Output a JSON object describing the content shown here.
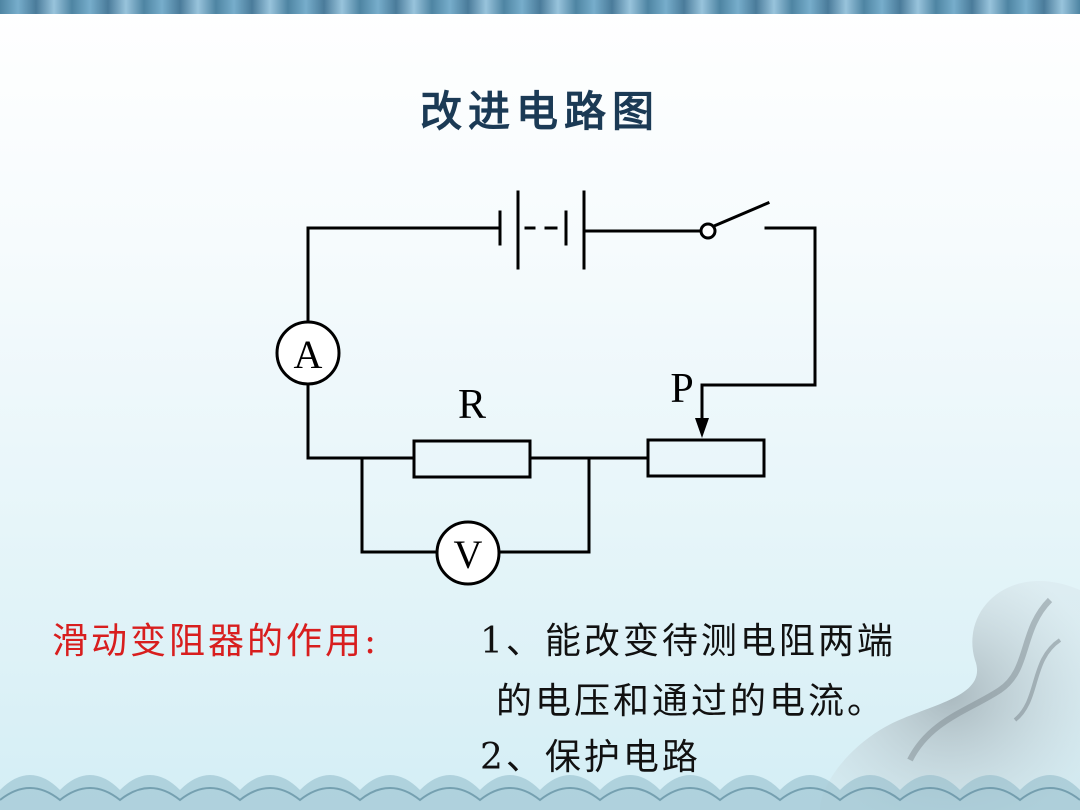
{
  "slide": {
    "title": "改进电路图",
    "colors": {
      "title": "#1b3a55",
      "label": "#d81e1e",
      "body": "#111111",
      "wire": "#000000"
    }
  },
  "circuit": {
    "ammeter_label": "A",
    "voltmeter_label": "V",
    "resistor_label": "R",
    "rheostat_label": "P"
  },
  "caption": {
    "label": "滑动变阻器的作用:",
    "item1_line1": "1、能改变待测电阻两端",
    "item1_line2": "的电压和通过的电流。",
    "item2": "2、保护电路"
  }
}
